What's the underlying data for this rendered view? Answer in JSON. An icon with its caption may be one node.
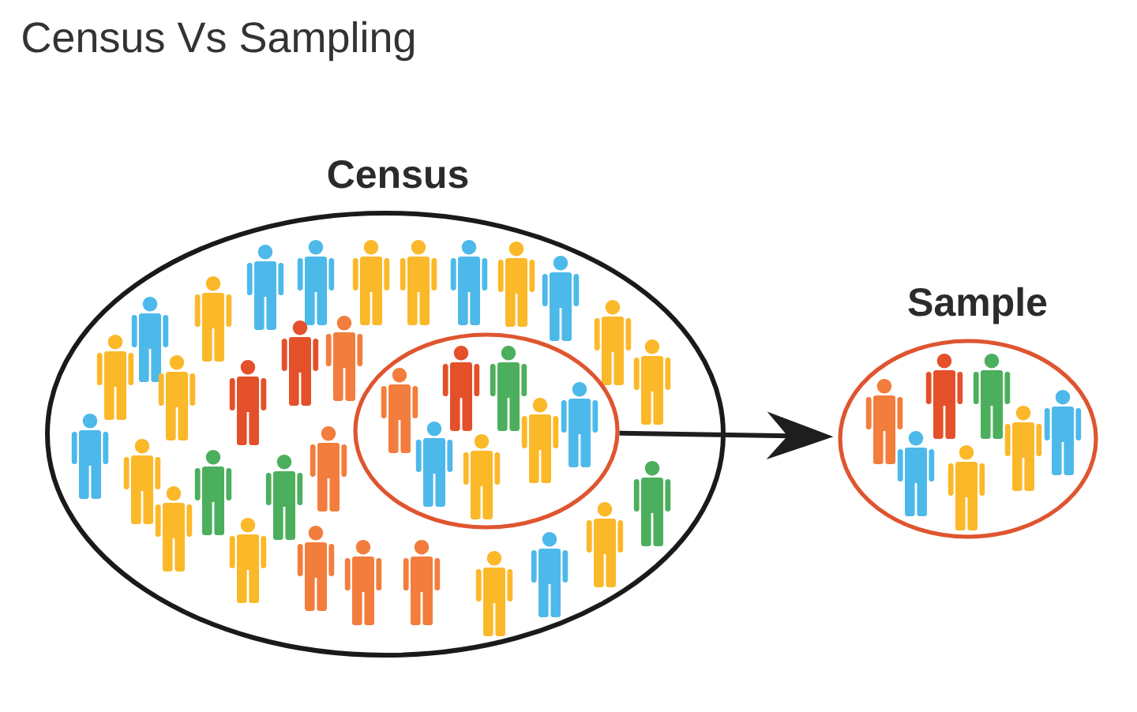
{
  "diagram": {
    "title": "Census Vs Sampling",
    "nodes": [
      {
        "text": [
          "Census"
        ]
      },
      {
        "text": [],
        "shape": "ellipse",
        "in": 0
      },
      {
        "text": [
          "Sample"
        ]
      }
    ],
    "edges": [
      {
        "from": 1,
        "to": 2,
        "arrow": "to"
      }
    ]
  }
}
